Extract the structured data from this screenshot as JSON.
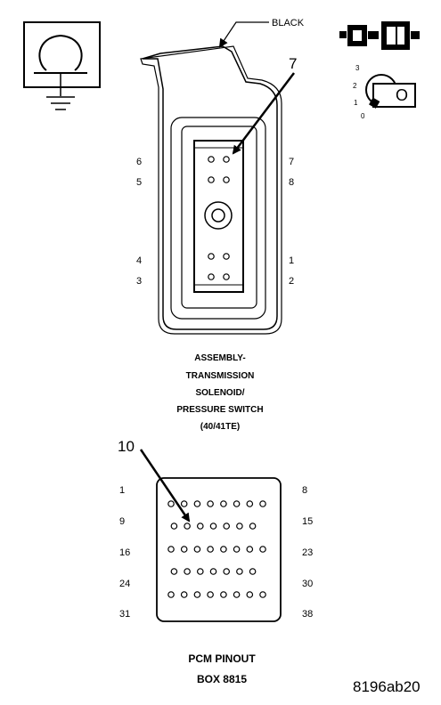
{
  "ground_symbol": {
    "icon": "omega-ground-icon"
  },
  "connector": {
    "wire_color_label": "BLACK",
    "callout_number": "7",
    "pins_left": [
      "6",
      "5",
      "4",
      "3"
    ],
    "pins_right": [
      "7",
      "8",
      "1",
      "2"
    ],
    "caption_lines": [
      "ASSEMBLY-",
      "TRANSMISSION",
      "SOLENOID/",
      "PRESSURE SWITCH",
      "(40/41TE)"
    ]
  },
  "key_icon": {
    "positions": [
      "3",
      "2",
      "1",
      "0"
    ],
    "key_letter": "O"
  },
  "pcm": {
    "callout_number": "10",
    "row_labels_left": [
      "1",
      "9",
      "16",
      "24",
      "31"
    ],
    "row_labels_right": [
      "8",
      "15",
      "23",
      "30",
      "38"
    ],
    "caption_lines": [
      "PCM PINOUT",
      "BOX 8815"
    ]
  },
  "figure_code": "8196ab20"
}
